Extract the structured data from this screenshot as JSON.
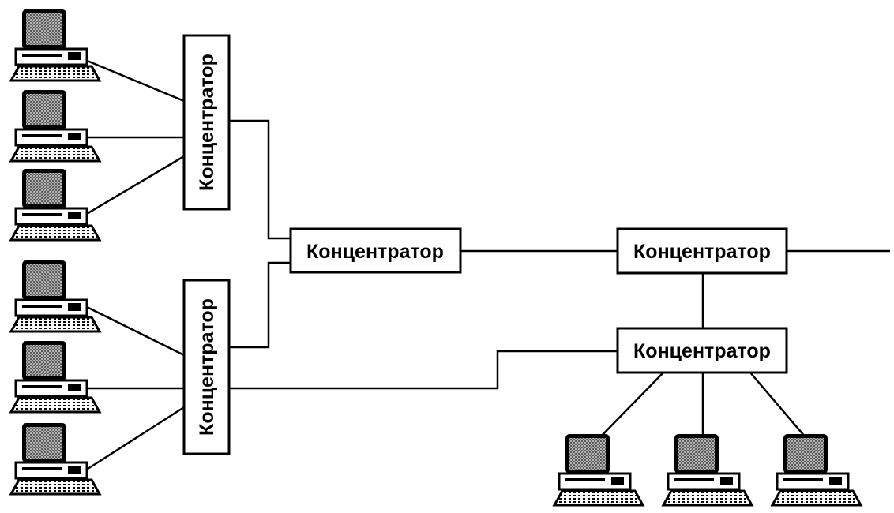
{
  "diagram": {
    "hubs": [
      {
        "id": "hub-left-top",
        "label": "Концентратор"
      },
      {
        "id": "hub-left-bottom",
        "label": "Концентратор"
      },
      {
        "id": "hub-center",
        "label": "Концентратор"
      },
      {
        "id": "hub-right-top",
        "label": "Концентратор"
      },
      {
        "id": "hub-right-bottom",
        "label": "Концентратор"
      }
    ],
    "computers": [
      {
        "id": "pc-1",
        "icon": "computer-icon"
      },
      {
        "id": "pc-2",
        "icon": "computer-icon"
      },
      {
        "id": "pc-3",
        "icon": "computer-icon"
      },
      {
        "id": "pc-4",
        "icon": "computer-icon"
      },
      {
        "id": "pc-5",
        "icon": "computer-icon"
      },
      {
        "id": "pc-6",
        "icon": "computer-icon"
      },
      {
        "id": "pc-7",
        "icon": "computer-icon"
      },
      {
        "id": "pc-8",
        "icon": "computer-icon"
      },
      {
        "id": "pc-9",
        "icon": "computer-icon"
      }
    ],
    "connections": [
      [
        "pc-1",
        "hub-left-top"
      ],
      [
        "pc-2",
        "hub-left-top"
      ],
      [
        "pc-3",
        "hub-left-top"
      ],
      [
        "pc-4",
        "hub-left-bottom"
      ],
      [
        "pc-5",
        "hub-left-bottom"
      ],
      [
        "pc-6",
        "hub-left-bottom"
      ],
      [
        "hub-left-top",
        "hub-center"
      ],
      [
        "hub-left-bottom",
        "hub-center"
      ],
      [
        "hub-center",
        "hub-right-top"
      ],
      [
        "hub-right-top",
        "hub-right-bottom"
      ],
      [
        "hub-left-bottom",
        "hub-right-bottom"
      ],
      [
        "hub-right-bottom",
        "pc-7"
      ],
      [
        "hub-right-bottom",
        "pc-8"
      ],
      [
        "hub-right-bottom",
        "pc-9"
      ]
    ],
    "colors": {
      "line": "#000000",
      "screen": "#8a8a8a",
      "background": "#ffffff"
    }
  }
}
